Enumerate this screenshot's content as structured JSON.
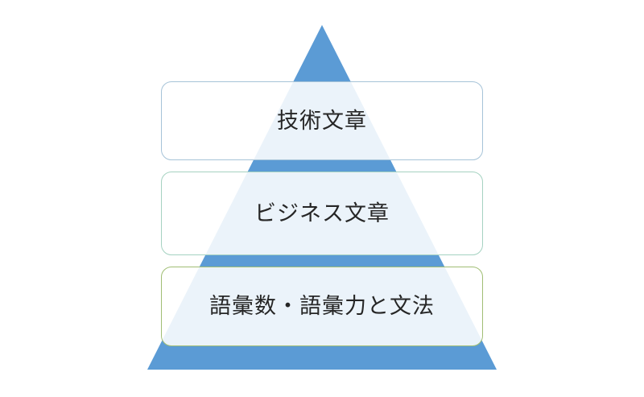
{
  "diagram": {
    "type": "pyramid",
    "pyramid_color": "#5B9BD5",
    "box_fill": "rgba(255,255,255,0.88)",
    "text_color": "#262626",
    "levels": [
      {
        "label": "技術文章",
        "border_color": "#A6C3D8"
      },
      {
        "label": "ビジネス文章",
        "border_color": "#A5D2C1"
      },
      {
        "label": "語彙数・語彙力と文法",
        "border_color": "#A0BE74"
      }
    ]
  }
}
